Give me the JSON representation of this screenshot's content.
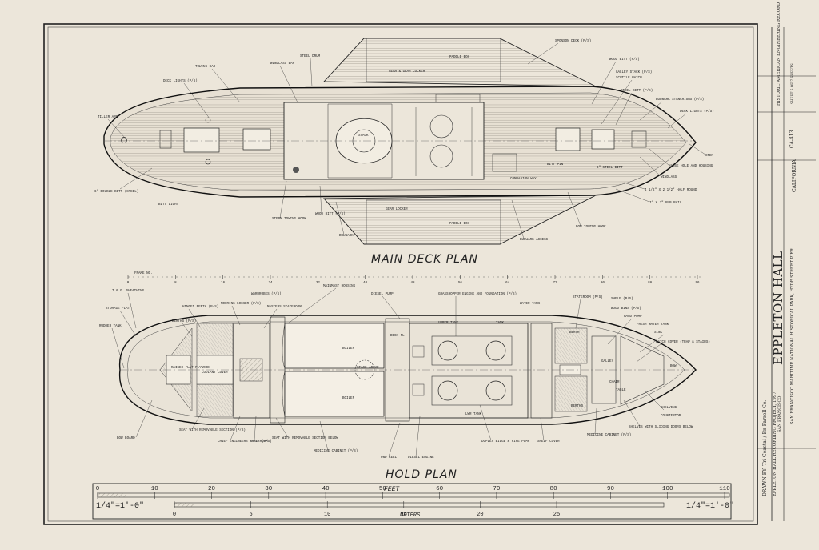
{
  "titles": {
    "main_deck": "MAIN DECK PLAN",
    "hold": "HOLD PLAN"
  },
  "main_deck_labels": {
    "towing_bar": "TOWING BAR",
    "deck_lights": "DECK LIGHTS (P/S)",
    "tiller_arm": "TILLER ARM",
    "bitt_double": "6\" DOUBLE BITT (STEEL)",
    "bulwark": "BULWARK",
    "windlass_top": "WINDLASS BAR",
    "steel_drum": "STEEL DRUM",
    "gear_locker_top": "GEAR & GEAR LOCKER",
    "paddle_box_top": "PADDLE BOX",
    "sponson_deck": "SPONSON DECK (P/S)",
    "wood_bitt_top": "WOOD BITT (P/S)",
    "galley_stack": "GALLEY STACK (P/S)",
    "scuttle_hatch": "SCUTTLE HATCH",
    "steel_bitt": "STEEL BITT (P/S)",
    "bulwark_stanchions": "BULWARK STANCHIONS (P/S)",
    "deck_lights_right": "DECK LIGHTS (P/S)",
    "stem": "STEM",
    "hawse_hole": "HAWSE HOLE AND HOUSING",
    "windlass": "WINDLASS",
    "half_round": "4 1/2\" X 2 1/2\" HALF ROUND",
    "rub_rail": "7\" X 3\" RUB RAIL",
    "bitt_pin": "BITT PIN",
    "steel_bitt_right": "6\" STEEL BITT",
    "companion_way": "COMPANION WAY",
    "gear_locker_bottom": "GEAR LOCKER",
    "paddle_box_bottom": "PADDLE BOX",
    "bulwark_access": "BULWARK ACCESS",
    "bow_towing_hook": "BOW TOWING HOOK",
    "stern_towing_hook": "STERN TOWING HOOK",
    "wood_bitt_bottom": "WOOD BITT (P/S)",
    "stack": "STACK",
    "bitt_light": "BITT LIGHT"
  },
  "frame_label": "FRAME NO.",
  "frame_numbers": [
    "0",
    "8",
    "16",
    "24",
    "32",
    "40",
    "48",
    "56",
    "64",
    "72",
    "80",
    "88",
    "96"
  ],
  "hold_labels": {
    "tgs_sheathing": "T.& G. SHEATHING",
    "storage_flat": "STORAGE FLAT",
    "rudder_tank": "RUDDER TANK",
    "bow_board": "BOW BOARD",
    "raised_flat": "RAISED FLAT PLYWOOD",
    "hinged_berth": "HINGED BERTH (P/S)",
    "berths": "BERTHS (P/S)",
    "coolant_cover": "COOLANT COVER",
    "seat_removable": "SEAT WITH REMOVABLE SECTION (P/S)",
    "chief_engineer": "CHIEF ENGINEERS STATEROOM",
    "shelf": "SHELF (P/S)",
    "mooring_locker": "MOORING LOCKER (P/S)",
    "masters_stateroom": "MASTERS STATEROOM",
    "wardrobes": "WARDROBES (P/S)",
    "seat_below": "SEAT WITH REMOVABLE SECTION BELOW",
    "medicine_cabinet": "MEDICINE CABINET (P/S)",
    "mainmast": "MAINMAST HOUSING",
    "boiler_top": "BOILER",
    "boiler_bottom": "BOILER",
    "stack_above": "STACK ABOVE",
    "diesel_pump": "DIESEL PUMP",
    "deck_fl": "DECK FL",
    "grasshopper": "GRASSHOPPER ENGINE AND FOUNDATION (P/S)",
    "fwd_keel": "FWD KEEL",
    "diesel_engine": "DIESEL ENGINE",
    "duplex": "DUPLEX BILGE & FIRE PUMP",
    "shelf_cover": "SHELF COVER",
    "stateroom": "STATEROOM (P/S)",
    "shelf_right": "SHELF (P/S)",
    "wood_bins": "WOOD BINS (P/S)",
    "hand_pump": "HAND PUMP",
    "fresh_water": "FRESH WATER TANK",
    "sink": "SINK",
    "hatch_cover": "HATCH COVER (TRAP & STAIRS)",
    "galley": "GALLEY",
    "bow": "BOW",
    "shelving": "SHELVING",
    "countertop": "COUNTERTOP",
    "shelves_sliding": "SHELVES WITH SLIDING DOORS BELOW",
    "medicine_right": "MEDICINE CABINET (P/S)",
    "berth_right": "BERTH",
    "table": "TABLE",
    "chair": "CHAIR",
    "water_tank": "WATER TANK",
    "tank": "TANK",
    "upper_tank": "UPPER TANK",
    "lwr_tank": "LWR TANK",
    "berths_right": "BERTHS"
  },
  "scale_feet": {
    "label": "FEET",
    "ticks": [
      "0",
      "10",
      "20",
      "30",
      "40",
      "50",
      "60",
      "70",
      "80",
      "90",
      "100",
      "110"
    ],
    "scale_text": "1/4\"=1'-0\""
  },
  "scale_meters": {
    "label": "METERS",
    "ticks": [
      "0",
      "5",
      "10",
      "15",
      "20",
      "25"
    ]
  },
  "title_block": {
    "name": "EPPLETON HALL",
    "subtitle": "SAN FRANCISCO MARITIME NATIONAL HISTORICAL PARK, HYDE STREET PIER",
    "location": "SAN FRANCISCO",
    "state": "CALIFORNIA",
    "sheet": "CA-413",
    "record": "HISTORIC AMERICAN ENGINEERING RECORD",
    "sheet_of": "SHEET 5 OF 7 SHEETS",
    "drawn_by": "DRAWN BY: Tri-Coastal / Bn Farrell Co.",
    "project": "EPPLETON HALL RECORDING PROJECT, 1997"
  }
}
